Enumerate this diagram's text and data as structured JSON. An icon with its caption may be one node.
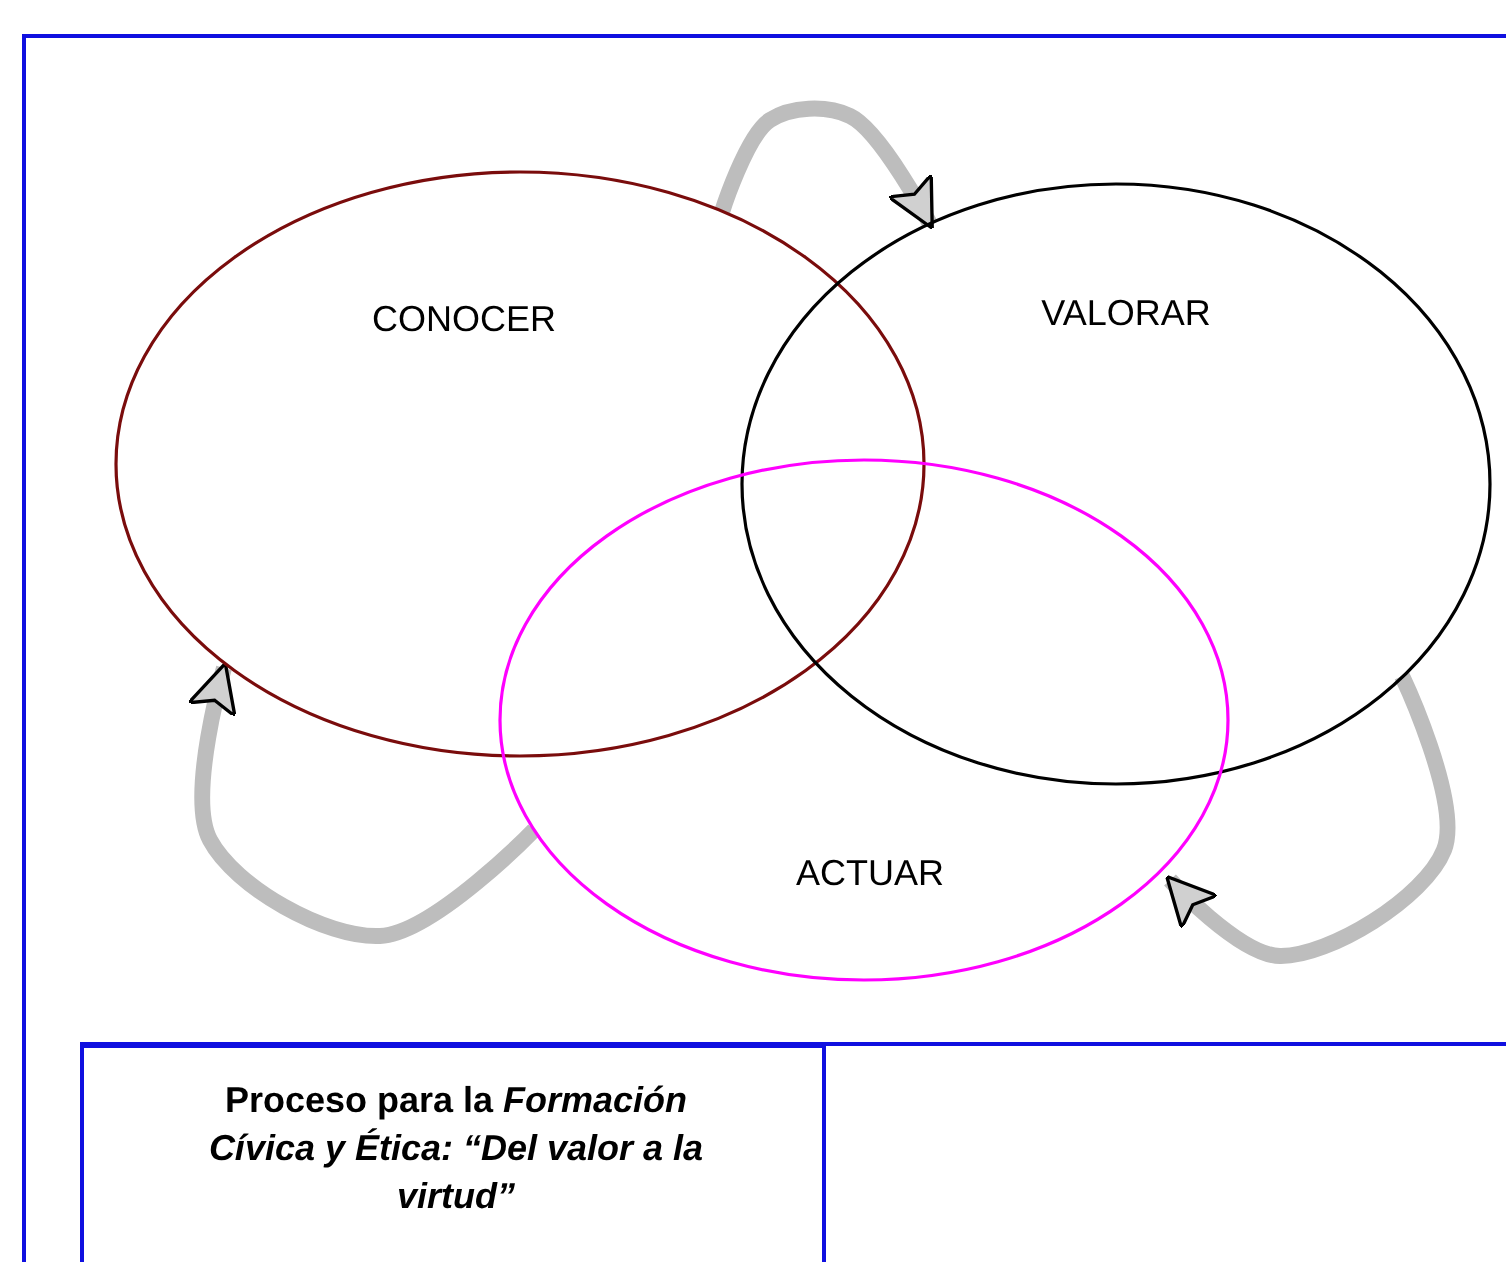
{
  "diagram": {
    "caption": "Proceso para la *Formación Cívica y Ética: “Del valor a la virtud”*",
    "nodes": [
      {
        "text": [
          "CONOCER"
        ]
      },
      {
        "text": [
          "VALORAR"
        ]
      },
      {
        "text": [
          "ACTUAR"
        ]
      }
    ],
    "edges": [
      {
        "from": 0,
        "to": 1,
        "arrow": "to"
      },
      {
        "from": 1,
        "to": 2,
        "arrow": "to"
      },
      {
        "from": 2,
        "to": 0,
        "arrow": "to"
      }
    ]
  }
}
